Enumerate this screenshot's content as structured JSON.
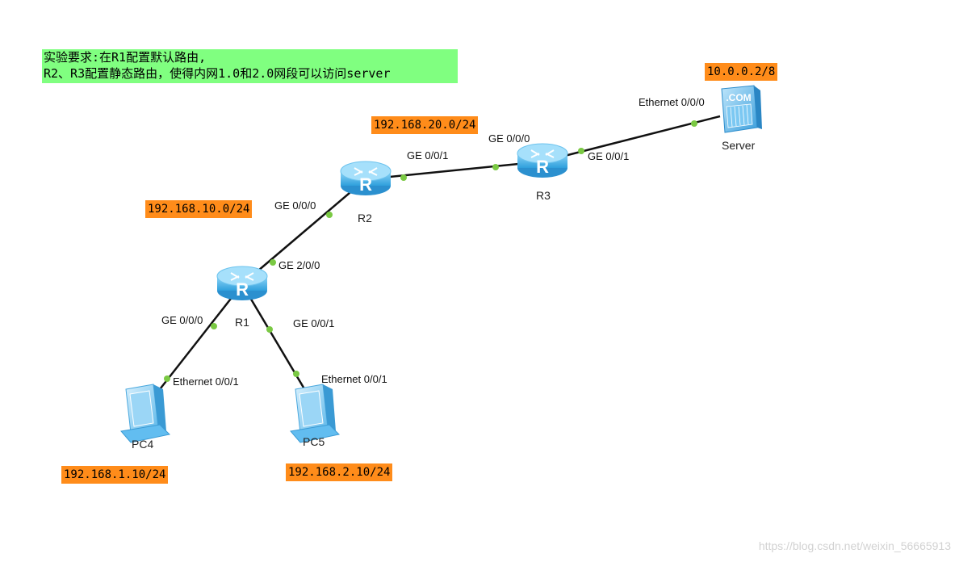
{
  "requirement": {
    "line1": "实验要求:在R1配置默认路由,",
    "line2": "R2、R3配置静态路由，使得内网1.0和2.0网段可以访问server"
  },
  "networks": {
    "net_20": "192.168.20.0/24",
    "net_10": "192.168.10.0/24",
    "server_ip": "10.0.0.2/8",
    "pc4_ip": "192.168.1.10/24",
    "pc5_ip": "192.168.2.10/24"
  },
  "devices": {
    "r1": "R1",
    "r2": "R2",
    "r3": "R3",
    "server": "Server",
    "pc4": "PC4",
    "pc5": "PC5"
  },
  "interfaces": {
    "r2_ge001": "GE 0/0/1",
    "r3_ge000": "GE 0/0/0",
    "r3_ge001": "GE 0/0/1",
    "server_eth000": "Ethernet 0/0/0",
    "r2_ge000": "GE 0/0/0",
    "r1_ge200": "GE 2/0/0",
    "r1_ge000": "GE 0/0/0",
    "r1_ge001": "GE 0/0/1",
    "pc4_eth001": "Ethernet 0/0/1",
    "pc5_eth001": "Ethernet 0/0/1"
  },
  "server_icon_text": ".COM",
  "watermark": "https://blog.csdn.net/weixin_56665913",
  "colors": {
    "note_bg": "#80ff80",
    "ip_tag_bg": "#ff8c1a",
    "link": "#111111",
    "port_dot": "#7ac943",
    "device_blue": "#4fb3e8"
  }
}
